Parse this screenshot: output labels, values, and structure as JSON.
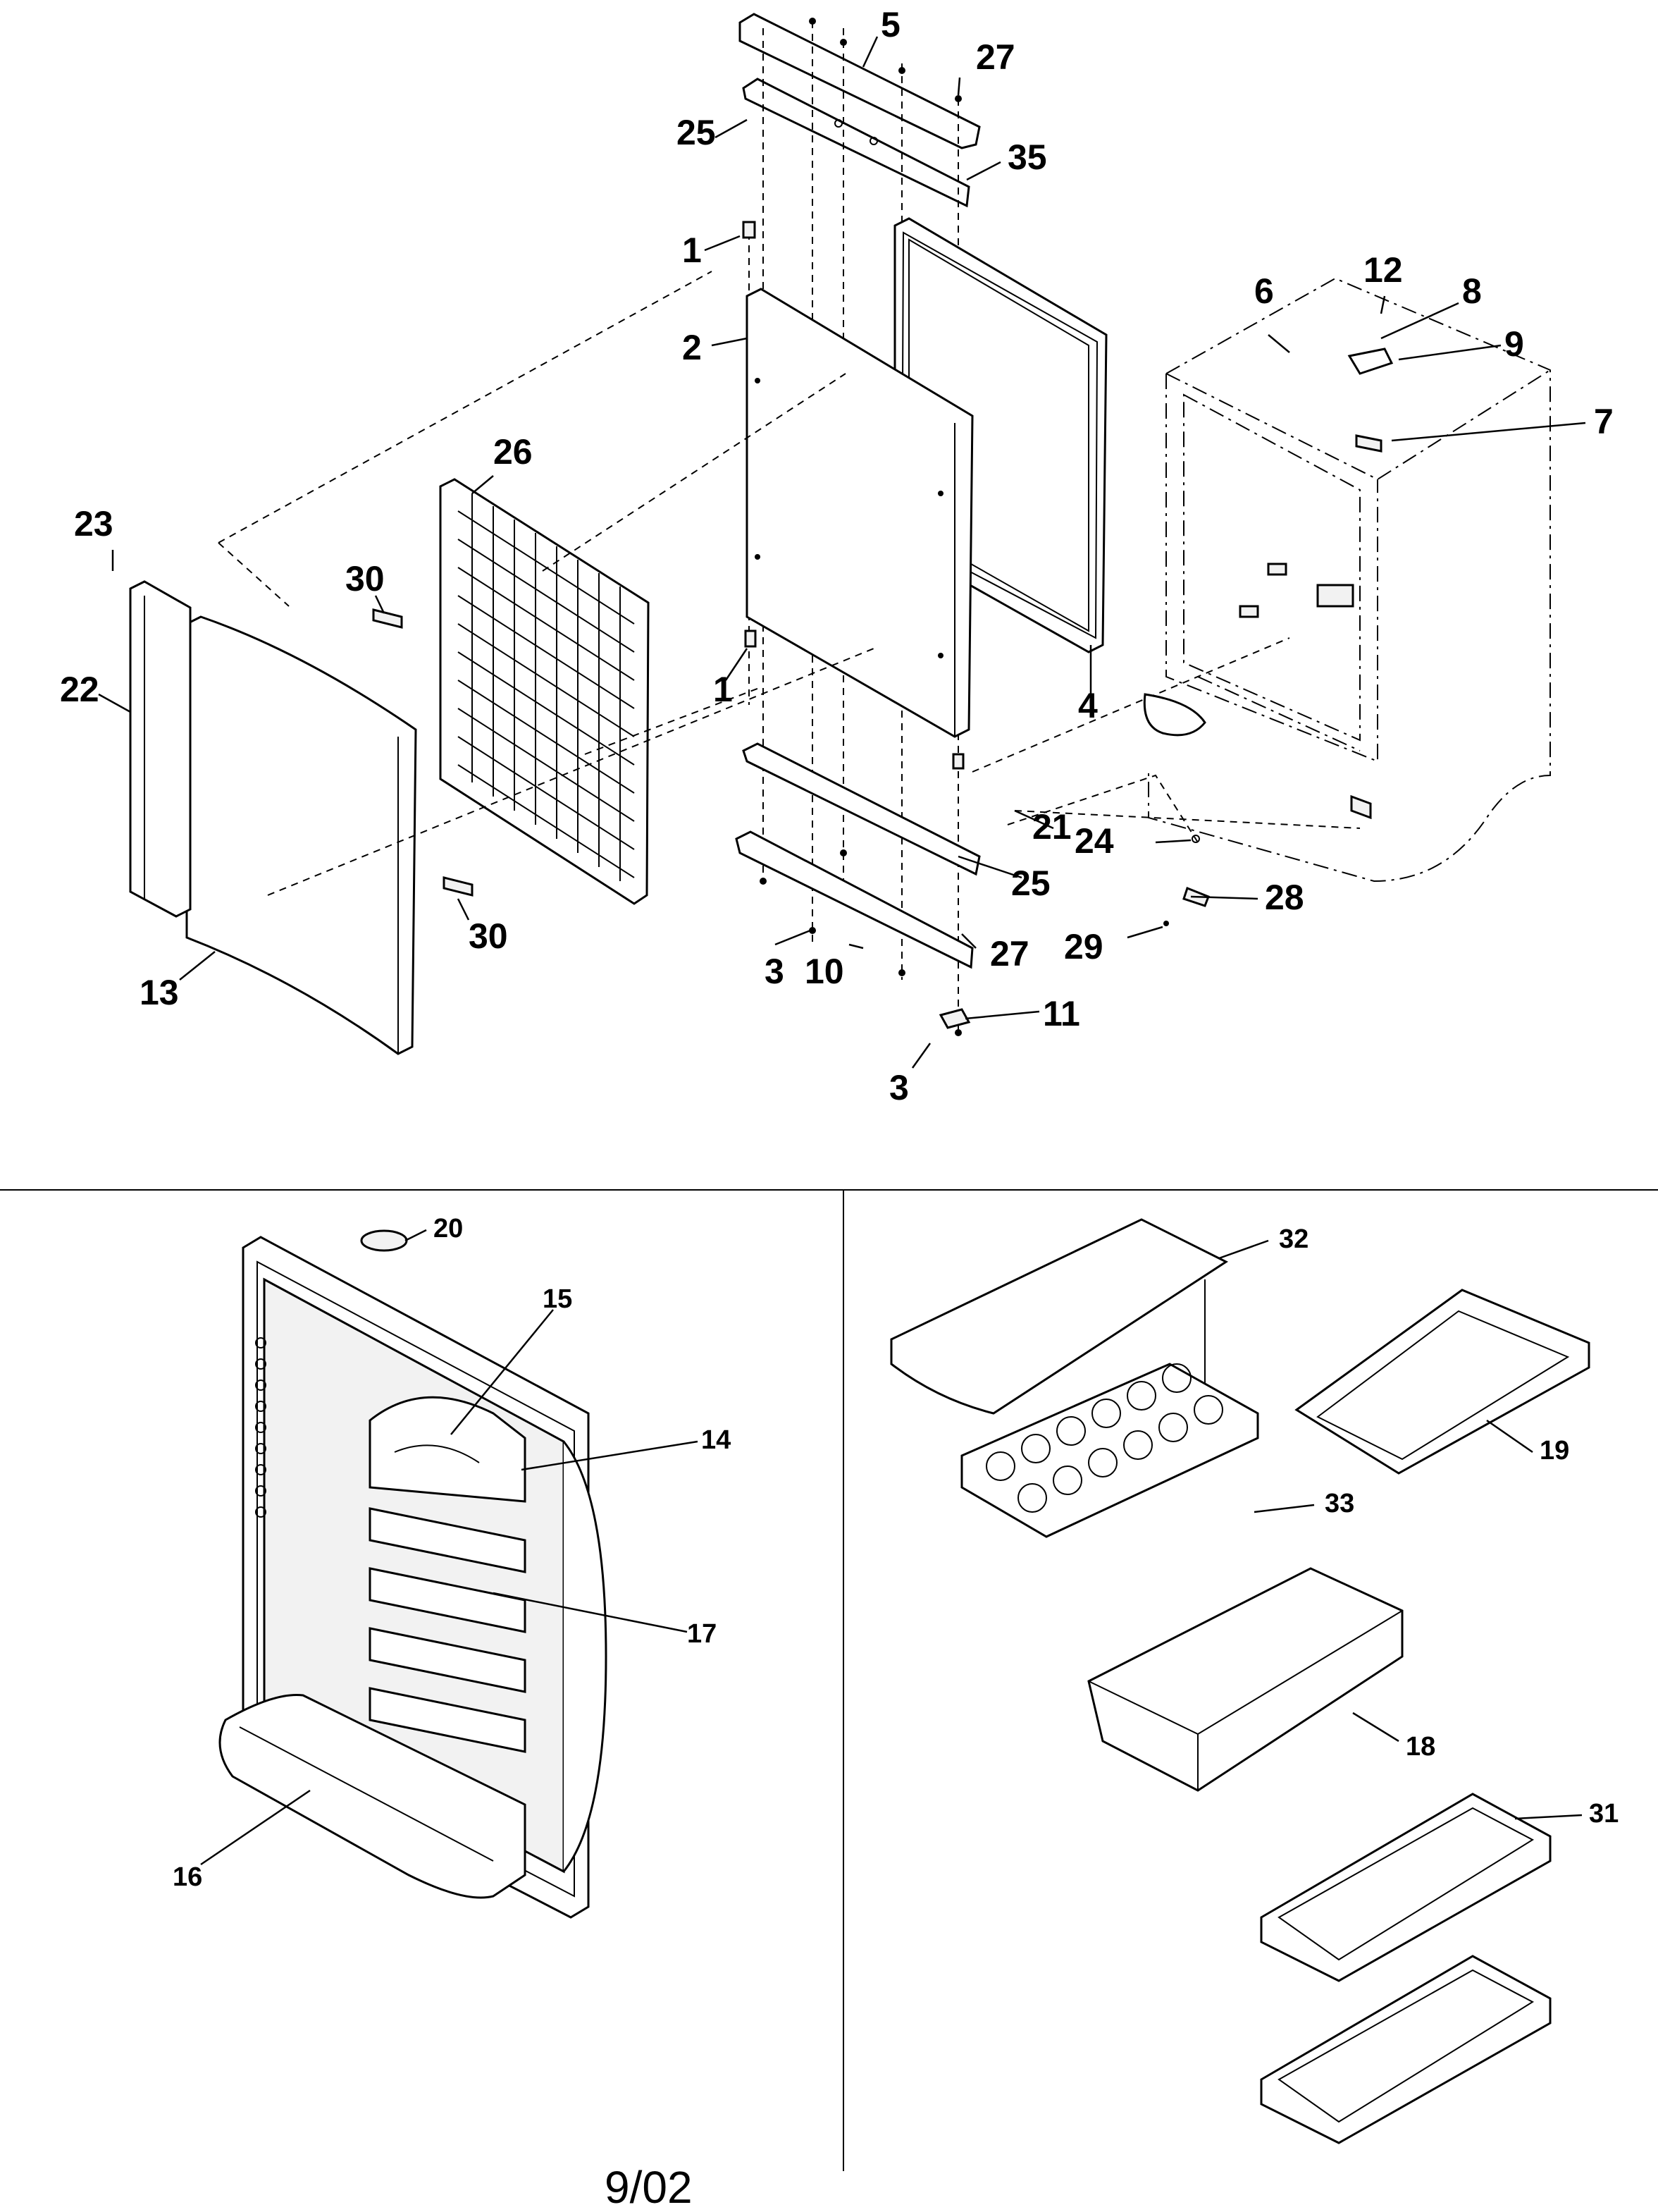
{
  "diagram": {
    "date_code": "9/02",
    "callouts": {
      "c1a": "1",
      "c1b": "1",
      "c2": "2",
      "c3a": "3",
      "c3b": "3",
      "c4": "4",
      "c5": "5",
      "c6": "6",
      "c7": "7",
      "c8": "8",
      "c9": "9",
      "c10": "10",
      "c11": "11",
      "c12": "12",
      "c13": "13",
      "c14": "14",
      "c15": "15",
      "c16": "16",
      "c17": "17",
      "c18": "18",
      "c19": "19",
      "c20": "20",
      "c21": "21",
      "c22": "22",
      "c23": "23",
      "c24": "24",
      "c25a": "25",
      "c25b": "25",
      "c26": "26",
      "c27a": "27",
      "c27b": "27",
      "c28": "28",
      "c29": "29",
      "c30a": "30",
      "c30b": "30",
      "c31": "31",
      "c32": "32",
      "c33": "33",
      "c35": "35"
    }
  }
}
